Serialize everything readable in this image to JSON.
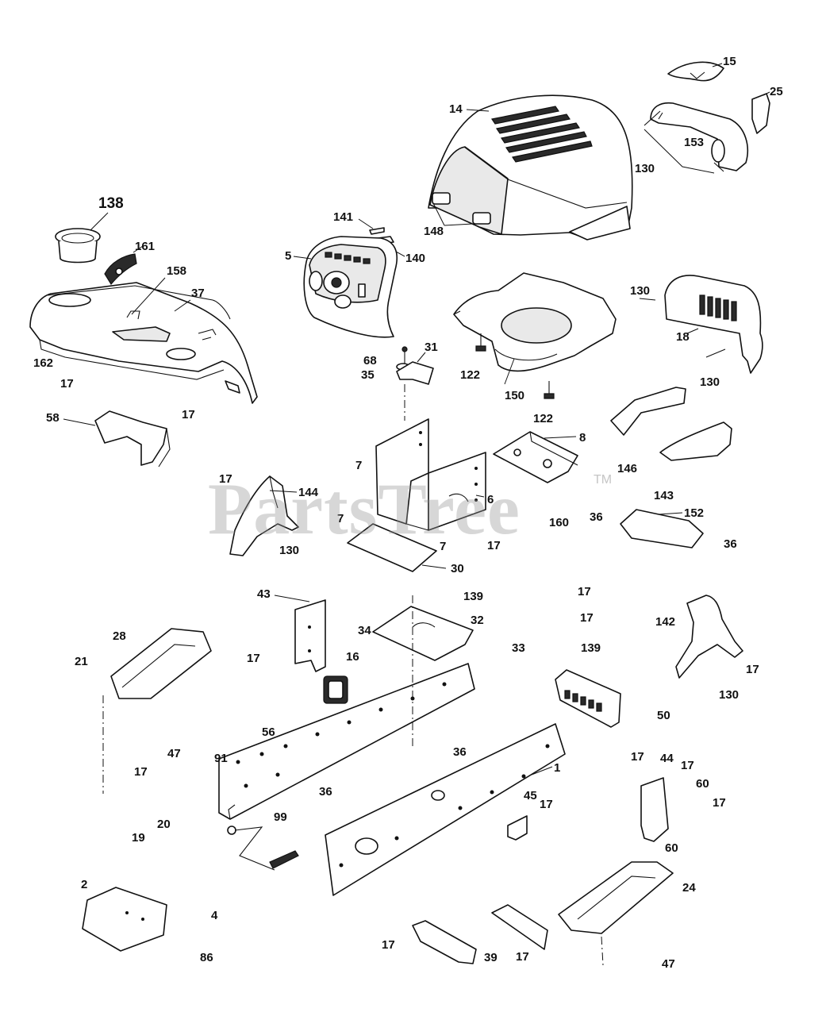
{
  "watermark": {
    "text": "PartsTree",
    "trademark": "TM"
  },
  "callouts": [
    {
      "id": "l15",
      "text": "15"
    },
    {
      "id": "l25",
      "text": "25"
    },
    {
      "id": "l14",
      "text": "14"
    },
    {
      "id": "l153",
      "text": "153"
    },
    {
      "id": "l130a",
      "text": "130"
    },
    {
      "id": "l148",
      "text": "148"
    },
    {
      "id": "l138",
      "text": "138"
    },
    {
      "id": "l141",
      "text": "141"
    },
    {
      "id": "l140",
      "text": "140"
    },
    {
      "id": "l161",
      "text": "161"
    },
    {
      "id": "l5",
      "text": "5"
    },
    {
      "id": "l158",
      "text": "158"
    },
    {
      "id": "l37",
      "text": "37"
    },
    {
      "id": "l162",
      "text": "162"
    },
    {
      "id": "l17a",
      "text": "17"
    },
    {
      "id": "l17b",
      "text": "17"
    },
    {
      "id": "l58",
      "text": "58"
    },
    {
      "id": "l68",
      "text": "68"
    },
    {
      "id": "l31",
      "text": "31"
    },
    {
      "id": "l35",
      "text": "35"
    },
    {
      "id": "l122a",
      "text": "122"
    },
    {
      "id": "l150",
      "text": "150"
    },
    {
      "id": "l122b",
      "text": "122"
    },
    {
      "id": "l130b",
      "text": "130"
    },
    {
      "id": "l18",
      "text": "18"
    },
    {
      "id": "l130c",
      "text": "130"
    },
    {
      "id": "l146",
      "text": "146"
    },
    {
      "id": "l143",
      "text": "143"
    },
    {
      "id": "l8",
      "text": "8"
    },
    {
      "id": "l7a",
      "text": "7"
    },
    {
      "id": "l6",
      "text": "6"
    },
    {
      "id": "l160",
      "text": "160"
    },
    {
      "id": "l7b",
      "text": "7"
    },
    {
      "id": "l17c",
      "text": "17"
    },
    {
      "id": "l7c",
      "text": "7"
    },
    {
      "id": "l30",
      "text": "30"
    },
    {
      "id": "l17d",
      "text": "17"
    },
    {
      "id": "l144",
      "text": "144"
    },
    {
      "id": "l130d",
      "text": "130"
    },
    {
      "id": "l36a",
      "text": "36"
    },
    {
      "id": "l152",
      "text": "152"
    },
    {
      "id": "l36b",
      "text": "36"
    },
    {
      "id": "l43",
      "text": "43"
    },
    {
      "id": "l139a",
      "text": "139"
    },
    {
      "id": "l17e",
      "text": "17"
    },
    {
      "id": "l32",
      "text": "32"
    },
    {
      "id": "l17f",
      "text": "17"
    },
    {
      "id": "l34",
      "text": "34"
    },
    {
      "id": "l33",
      "text": "33"
    },
    {
      "id": "l139b",
      "text": "139"
    },
    {
      "id": "l142",
      "text": "142"
    },
    {
      "id": "l28",
      "text": "28"
    },
    {
      "id": "l21",
      "text": "21"
    },
    {
      "id": "l16",
      "text": "16"
    },
    {
      "id": "l17g",
      "text": "17"
    },
    {
      "id": "l17h",
      "text": "17"
    },
    {
      "id": "l130e",
      "text": "130"
    },
    {
      "id": "l56",
      "text": "56"
    },
    {
      "id": "l50",
      "text": "50"
    },
    {
      "id": "l47a",
      "text": "47"
    },
    {
      "id": "l36c",
      "text": "36"
    },
    {
      "id": "l17i",
      "text": "17"
    },
    {
      "id": "l91",
      "text": "91"
    },
    {
      "id": "l44",
      "text": "44"
    },
    {
      "id": "l17j",
      "text": "17"
    },
    {
      "id": "l17k",
      "text": "17"
    },
    {
      "id": "l1",
      "text": "1"
    },
    {
      "id": "l60a",
      "text": "60"
    },
    {
      "id": "l36d",
      "text": "36"
    },
    {
      "id": "l20",
      "text": "20"
    },
    {
      "id": "l45",
      "text": "45"
    },
    {
      "id": "l17l",
      "text": "17"
    },
    {
      "id": "l17m",
      "text": "17"
    },
    {
      "id": "l19",
      "text": "19"
    },
    {
      "id": "l60b",
      "text": "60"
    },
    {
      "id": "l99",
      "text": "99"
    },
    {
      "id": "l2",
      "text": "2"
    },
    {
      "id": "l4",
      "text": "4"
    },
    {
      "id": "l24",
      "text": "24"
    },
    {
      "id": "l86",
      "text": "86"
    },
    {
      "id": "l17n",
      "text": "17"
    },
    {
      "id": "l39",
      "text": "39"
    },
    {
      "id": "l17o",
      "text": "17"
    },
    {
      "id": "l47b",
      "text": "47"
    }
  ]
}
